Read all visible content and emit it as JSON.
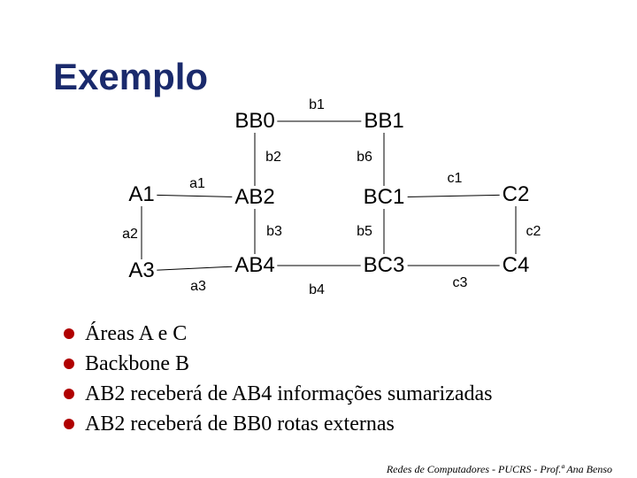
{
  "title": "Exemplo",
  "nodes": {
    "BB0": "BB0",
    "BB1": "BB1",
    "A1": "A1",
    "AB2": "AB2",
    "BC1": "BC1",
    "C2": "C2",
    "A3": "A3",
    "AB4": "AB4",
    "BC3": "BC3",
    "C4": "C4"
  },
  "links": {
    "b1": "b1",
    "b2": "b2",
    "b6": "b6",
    "a1": "a1",
    "c1": "c1",
    "a2": "a2",
    "b3": "b3",
    "b5": "b5",
    "c2": "c2",
    "a3": "a3",
    "b4": "b4",
    "c3": "c3"
  },
  "bullets": [
    "Áreas A e C",
    "Backbone B",
    "AB2 receberá de AB4 informações sumarizadas",
    "AB2 receberá de BB0 rotas externas"
  ],
  "colors": {
    "title": "#1a2a6c",
    "bullet": "#b00000"
  },
  "footer": "Redes de Computadores - PUCRS - Prof.ª Ana Benso"
}
